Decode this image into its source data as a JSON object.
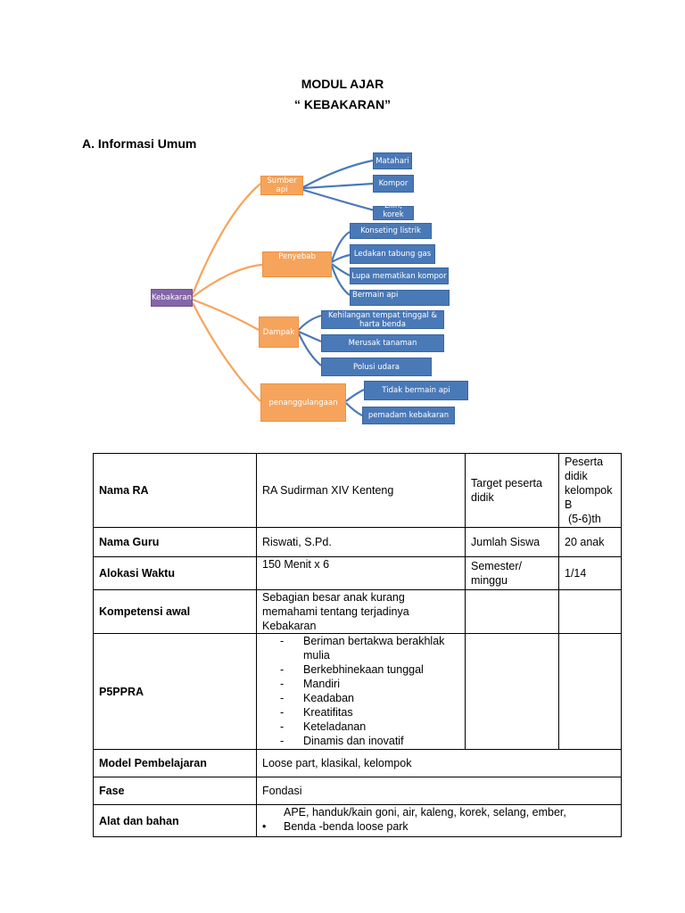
{
  "doc": {
    "title": "MODUL AJAR",
    "subtitle": "“ KEBAKARAN”",
    "section_a": "A.   Informasi Umum"
  },
  "mindmap": {
    "root": "Kebakaran",
    "branches": [
      {
        "label": "Sumber api",
        "children": [
          "Matahari",
          "Kompor",
          "Lilin, korek"
        ]
      },
      {
        "label": "Penyebab",
        "children": [
          "Konseting listrik",
          "Ledakan tabung gas",
          "Lupa mematikan kompor",
          "Bermain api"
        ]
      },
      {
        "label": "Dampak",
        "children": [
          "Kehilangan tempat tinggal & harta benda",
          "Merusak tanaman",
          "Polusi udara"
        ]
      },
      {
        "label": "penanggulangaan",
        "children": [
          "Tidak bermain api",
          "pemadam kebakaran"
        ]
      }
    ],
    "colors": {
      "root": "#8466a8",
      "branch": "#f6a45c",
      "leaf": "#4a79b8",
      "line_orange": "#f6a45c",
      "line_blue": "#4a79b8"
    }
  },
  "table": {
    "nama_ra": {
      "label": "Nama RA",
      "value": "RA Sudirman XIV Kenteng",
      "label2": "Target peserta didik",
      "value2_l1": "Peserta didik kelompok B",
      "value2_l2": "(5-6)th"
    },
    "nama_guru": {
      "label": "Nama Guru",
      "value": "Riswati, S.Pd.",
      "label2": "Jumlah Siswa",
      "value2": "20 anak"
    },
    "alokasi": {
      "label": "Alokasi Waktu",
      "value": "150  Menit x 6",
      "label2": "Semester/ minggu",
      "value2": "1/14"
    },
    "kompetensi": {
      "label": "Kompetensi awal",
      "value": "Sebagian besar anak kurang memahami tentang  terjadinya Kebakaran"
    },
    "p5ppra": {
      "label": "P5PPRA",
      "items": [
        "Beriman bertakwa berakhlak mulia",
        "Berkebhinekaan tunggal",
        "Mandiri",
        "Keadaban",
        "Kreatifitas",
        "Keteladanan",
        "Dinamis dan inovatif"
      ]
    },
    "model": {
      "label": "Model Pembelajaran",
      "value": "Loose part,  klasikal, kelompok"
    },
    "fase": {
      "label": "Fase",
      "value": "Fondasi"
    },
    "alat": {
      "label": "Alat dan bahan",
      "line1": "APE, handuk/kain goni, air, kaleng, korek, selang, ember,",
      "bullet": "•",
      "line2": "Benda -benda loose park"
    }
  }
}
